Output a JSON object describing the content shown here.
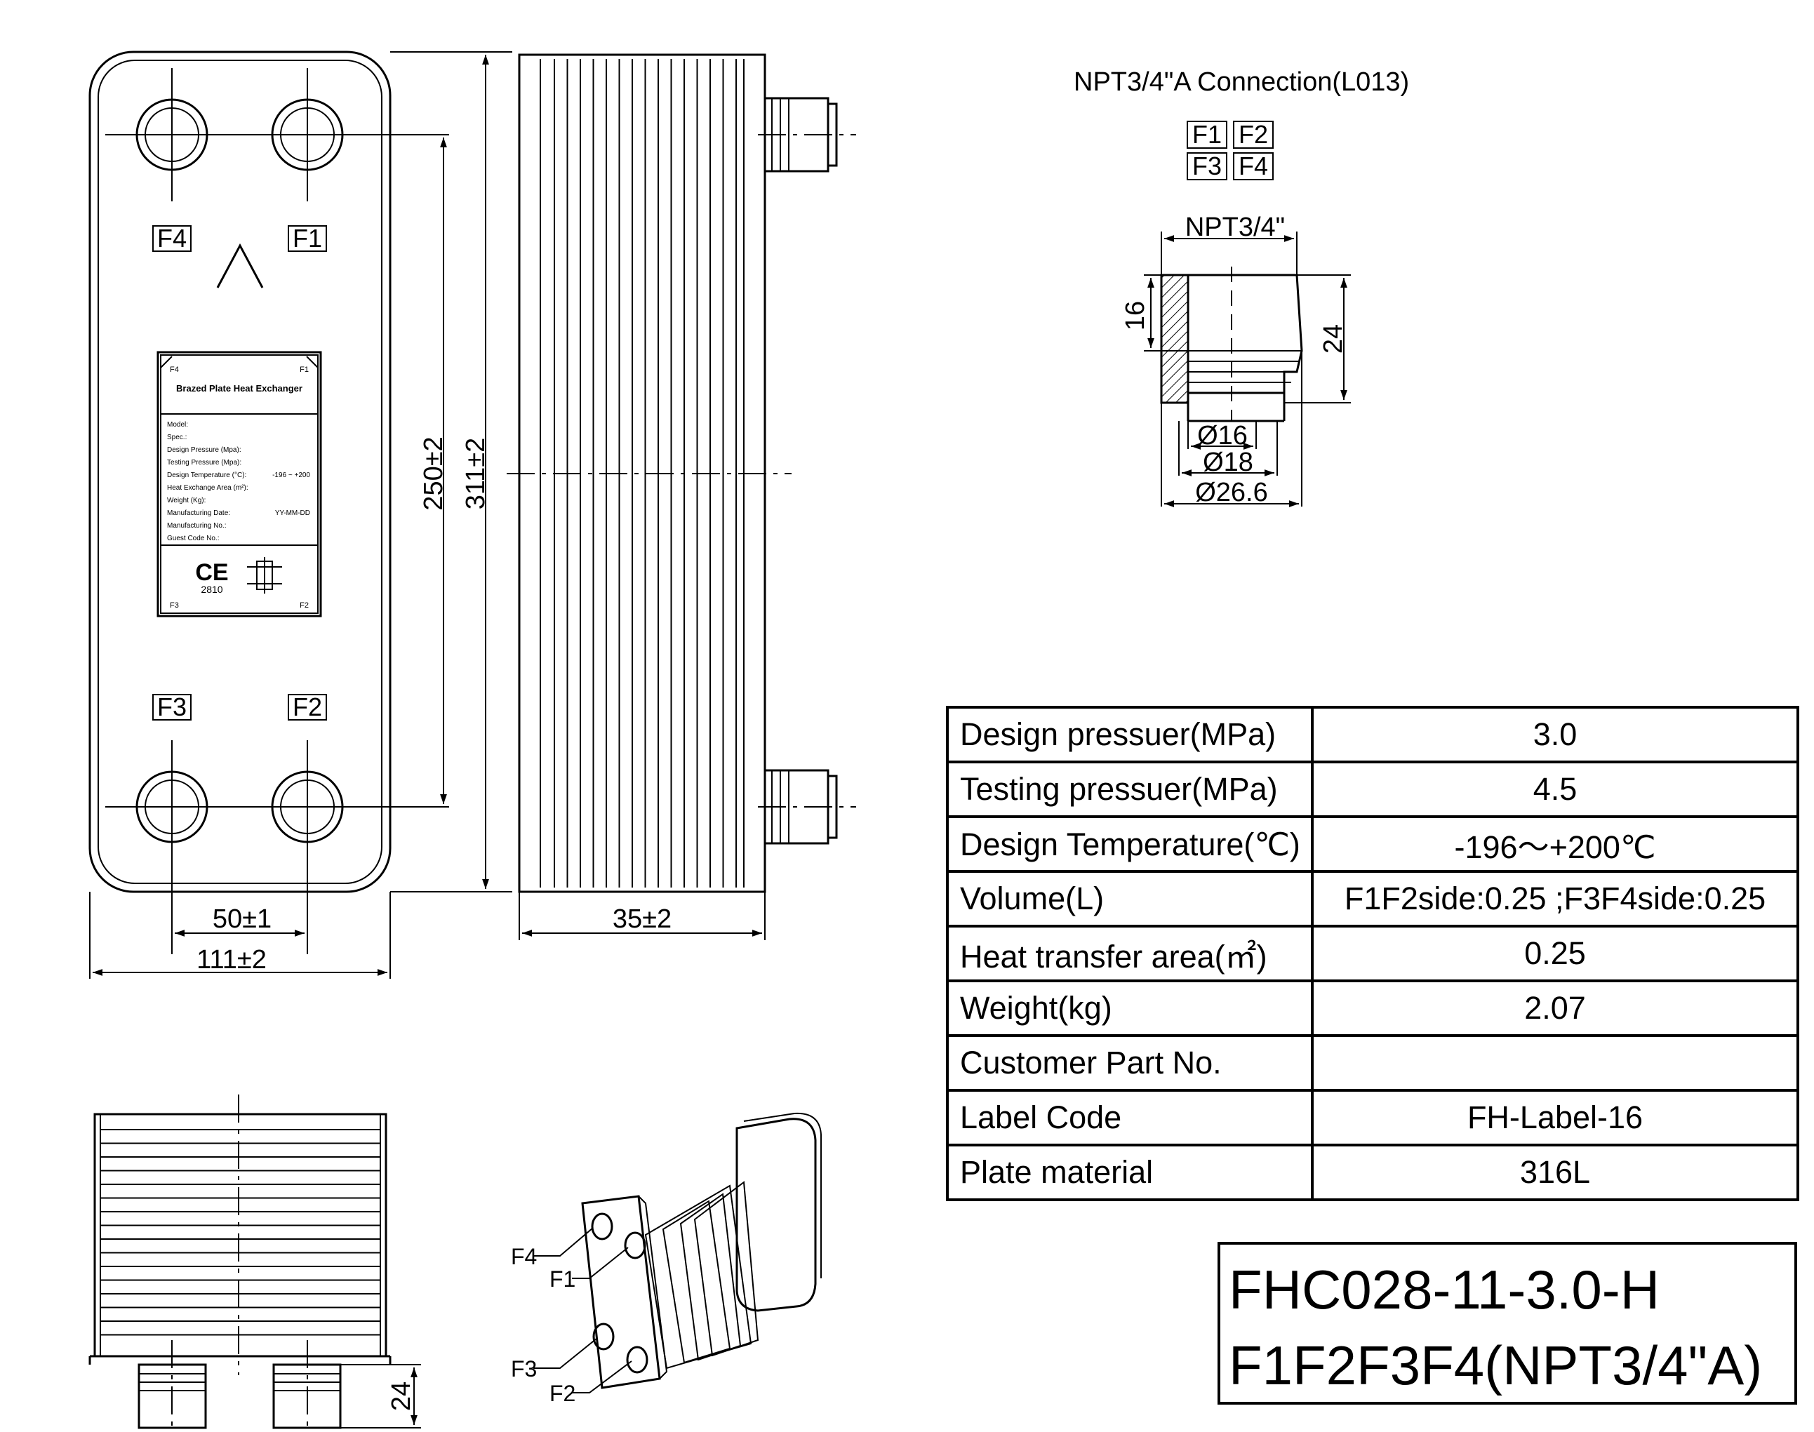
{
  "connection_title": "NPT3/4\"A Connection(L013)",
  "port_matrix": [
    "F1",
    "F2",
    "F3",
    "F4"
  ],
  "ports": {
    "f1": "F1",
    "f2": "F2",
    "f3": "F3",
    "f4": "F4"
  },
  "nameplate": {
    "title": "Brazed Plate Heat Exchanger",
    "corner_tl": "F4",
    "corner_tr": "F1",
    "corner_bl": "F3",
    "corner_br": "F2",
    "fields": [
      "Model:",
      "Spec.:",
      "Design Pressure (Mpa):",
      "Testing Pressure (Mpa):",
      "Design Temperature (°C):",
      "Heat Exchange Area (m²):",
      "Weight (Kg):",
      "Manufacturing Date:",
      "Manufacturing No.:",
      "Guest Code No.:"
    ],
    "temp_value": "-196 ~ +200",
    "date_value": "YY-MM-DD",
    "ce_mark": "CE",
    "ce_number": "2810"
  },
  "dimensions": {
    "port_spacing_h": "50±1",
    "width": "111±2",
    "port_spacing_v": "250±2",
    "height": "311±2",
    "depth": "35±2",
    "nozzle_height": "24",
    "thread": "NPT3/4\"",
    "thread_len": "16",
    "fitting_len": "24",
    "d_inner": "Ø16",
    "d_mid": "Ø18",
    "d_outer": "Ø26.6"
  },
  "spec_table": [
    {
      "label": "Design pressuer(MPa)",
      "value": "3.0"
    },
    {
      "label": "Testing pressuer(MPa)",
      "value": "4.5"
    },
    {
      "label": "Design Temperature(℃)",
      "value": "-196～+200℃"
    },
    {
      "label": "Volume(L)",
      "value": "F1F2side:0.25 ;F3F4side:0.25"
    },
    {
      "label": "Heat transfer area(㎡)",
      "value": "0.25"
    },
    {
      "label": "Weight(kg)",
      "value": "2.07"
    },
    {
      "label": "Customer Part No.",
      "value": ""
    },
    {
      "label": "Label Code",
      "value": "FH-Label-16"
    },
    {
      "label": "Plate material",
      "value": "316L"
    }
  ],
  "model": {
    "line1": "FHC028-11-3.0-H",
    "line2": "F1F2F3F4(NPT3/4\"A)"
  }
}
